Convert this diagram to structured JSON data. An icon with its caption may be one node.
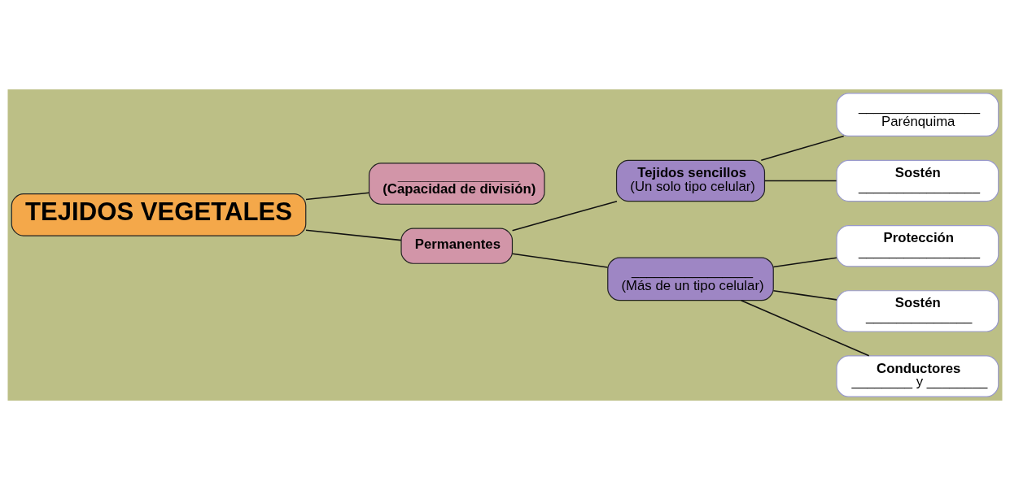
{
  "diagram": {
    "nodes": [
      {
        "text": [
          "TEJIDOS VEGETALES"
        ]
      },
      {
        "text": [
          "________________",
          "(Capacidad de división)"
        ]
      },
      {
        "text": [
          "Permanentes"
        ]
      },
      {
        "text": [
          "Tejidos sencillos",
          "(Un solo tipo celular)"
        ]
      },
      {
        "text": [
          "________________",
          "(Más de un tipo celular)"
        ]
      },
      {
        "text": [
          "________________",
          "Parénquima"
        ]
      },
      {
        "text": [
          "Sostén",
          "________________"
        ]
      },
      {
        "text": [
          "Protección",
          "________________"
        ]
      },
      {
        "text": [
          "Sostén",
          "______________"
        ]
      },
      {
        "text": [
          "Conductores",
          "________ y ________"
        ]
      }
    ],
    "edges": [
      {
        "from": 0,
        "to": 1,
        "arrow": "none"
      },
      {
        "from": 0,
        "to": 2,
        "arrow": "none"
      },
      {
        "from": 2,
        "to": 3,
        "arrow": "none"
      },
      {
        "from": 2,
        "to": 4,
        "arrow": "none"
      },
      {
        "from": 3,
        "to": 5,
        "arrow": "none"
      },
      {
        "from": 3,
        "to": 6,
        "arrow": "none"
      },
      {
        "from": 4,
        "to": 7,
        "arrow": "none"
      },
      {
        "from": 4,
        "to": 8,
        "arrow": "none"
      },
      {
        "from": 4,
        "to": 9,
        "arrow": "none"
      }
    ]
  }
}
